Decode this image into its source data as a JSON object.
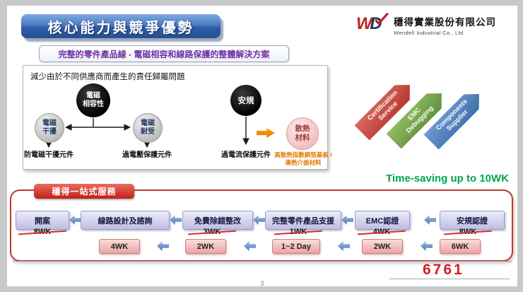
{
  "page": {
    "title_banner": "核心能力與競爭優勢",
    "page_number": "3"
  },
  "logo": {
    "company_zh": "穩得實業股份有限公司",
    "company_en": "Wendell Industrial Co., Ltd"
  },
  "solution": {
    "banner": "完整的零件產品線 - 電磁相容和線路保護的整體解決方案",
    "note": "減少由於不同供應商而產生的責任歸屬問題",
    "nodes": {
      "emc": "電磁\n相容性",
      "emi": "電磁\n干擾",
      "ems": "電磁\n耐受",
      "safety": "安規",
      "thermal": "散熱\n材料"
    },
    "component_labels": [
      "防電磁干擾元件",
      "過電壓保護元件",
      "過電流保護元件"
    ],
    "thermal_note": "高散熱指數銅箔基板 /\n導熱介面材料"
  },
  "ribbons": [
    {
      "label": "Certification\nService",
      "color": "#b5342c",
      "color_light": "#d96a5f"
    },
    {
      "label": "EMC\nDebugging",
      "color": "#5f8f3c",
      "color_light": "#93bd63"
    },
    {
      "label": "Components\nSupplier",
      "color": "#3a6ea8",
      "color_light": "#6f9bd0"
    }
  ],
  "time_saving": "Time-saving up to 10WK",
  "one_stop": {
    "banner": "穩得一站式服務",
    "steps": [
      "開案",
      "線路設計及諮詢",
      "免費除錯整改",
      "完整零件產品支援",
      "EMC認證",
      "安規認證"
    ],
    "old_times": [
      "8WK",
      "3WK",
      "1WK",
      "4WK",
      "8WK"
    ],
    "new_times": [
      "4WK",
      "2WK",
      "1~2 Day",
      "2WK",
      "6WK"
    ]
  },
  "footer": {
    "stock_code": "6761"
  }
}
